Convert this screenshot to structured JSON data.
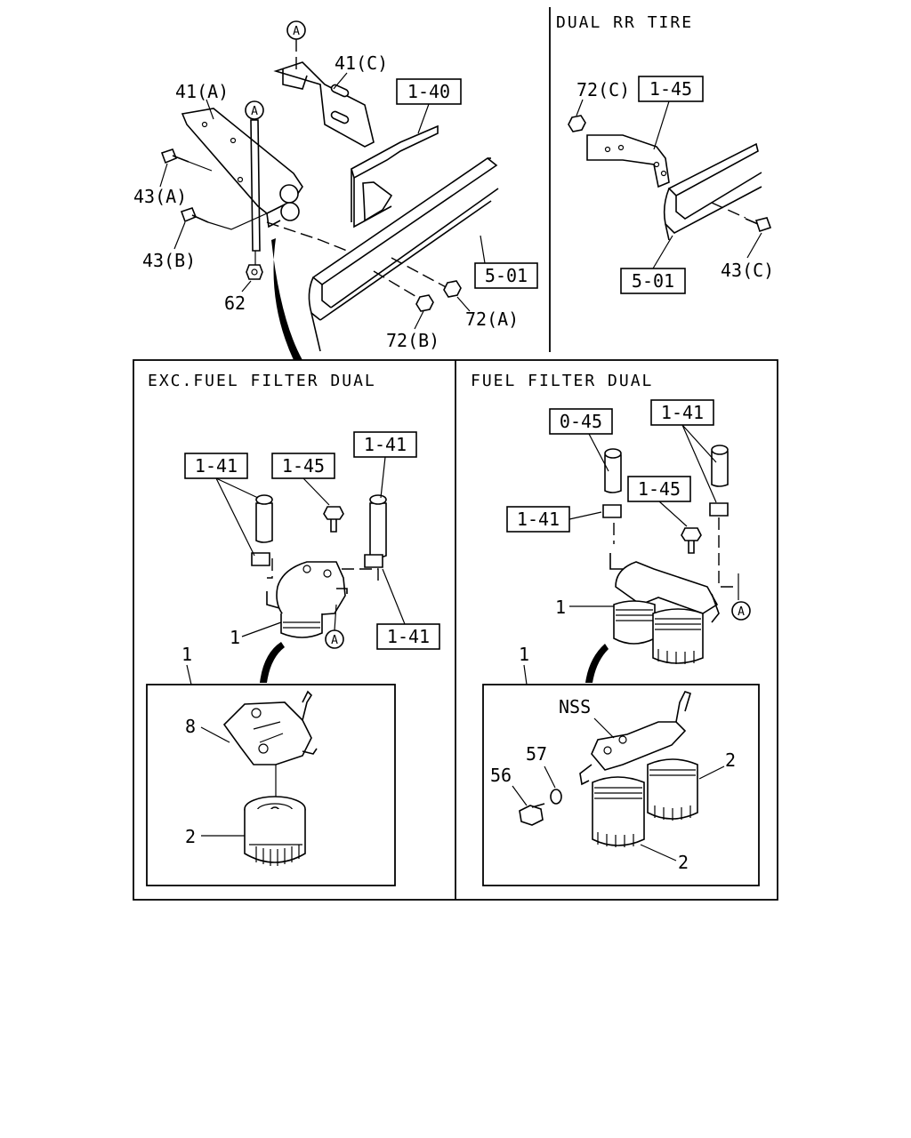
{
  "sections": {
    "dual_rr_tire": "DUAL RR TIRE",
    "exc_fuel_filter_dual": "EXC.FUEL FILTER DUAL",
    "fuel_filter_dual": "FUEL FILTER DUAL"
  },
  "refs": {
    "r140": "1-40",
    "r501a": "5-01",
    "r145a": "1-45",
    "r501b": "5-01",
    "r141a": "1-41",
    "r145b": "1-45",
    "r141b": "1-41",
    "r141c": "1-41",
    "r045": "0-45",
    "r141d": "1-41",
    "r145c": "1-45",
    "r141e": "1-41"
  },
  "parts": {
    "p41a": "41(A)",
    "p41c": "41(C)",
    "p43a": "43(A)",
    "p43b": "43(B)",
    "p62": "62",
    "p72a": "72(A)",
    "p72b": "72(B)",
    "p72c": "72(C)",
    "p43c": "43(C)",
    "l_part1_left": "1",
    "l_part1_left_detail": "1",
    "l_part8": "8",
    "l_part2_left": "2",
    "l_part1_right": "1",
    "l_part1_right_detail": "1",
    "l_nss": "NSS",
    "l_part57": "57",
    "l_part56": "56",
    "l_part2_right_a": "2",
    "l_part2_right_b": "2"
  },
  "markers": {
    "a": "A"
  }
}
